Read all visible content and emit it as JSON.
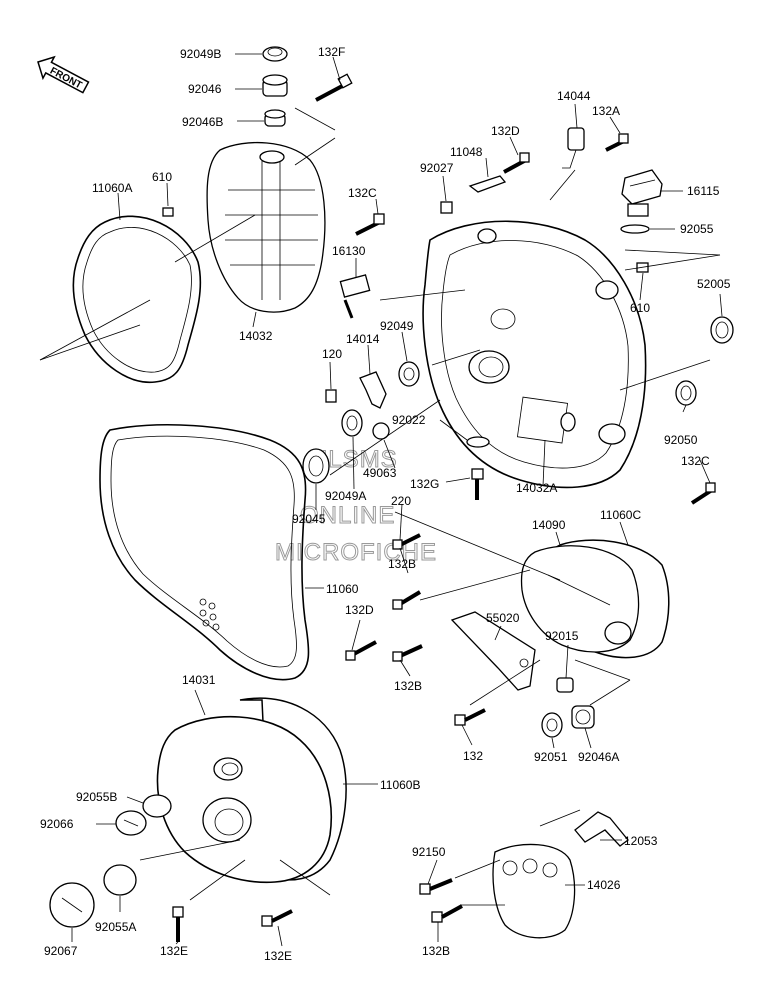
{
  "front_badge": "FRONT",
  "watermark": [
    "HLSMS",
    "ONLINE",
    "MICROFICHE"
  ],
  "parts": [
    {
      "id": "p-92049B",
      "text": "92049B"
    },
    {
      "id": "p-132F",
      "text": "132F"
    },
    {
      "id": "p-92046",
      "text": "92046"
    },
    {
      "id": "p-92046B",
      "text": "92046B"
    },
    {
      "id": "p-610a",
      "text": "610"
    },
    {
      "id": "p-11060A",
      "text": "11060A"
    },
    {
      "id": "p-132C-a",
      "text": "132C"
    },
    {
      "id": "p-14032",
      "text": "14032"
    },
    {
      "id": "p-14044",
      "text": "14044"
    },
    {
      "id": "p-132A",
      "text": "132A"
    },
    {
      "id": "p-132D-a",
      "text": "132D"
    },
    {
      "id": "p-11048",
      "text": "11048"
    },
    {
      "id": "p-92027",
      "text": "92027"
    },
    {
      "id": "p-16115",
      "text": "16115"
    },
    {
      "id": "p-92055",
      "text": "92055"
    },
    {
      "id": "p-16130",
      "text": "16130"
    },
    {
      "id": "p-610b",
      "text": "610"
    },
    {
      "id": "p-52005",
      "text": "52005"
    },
    {
      "id": "p-92049",
      "text": "92049"
    },
    {
      "id": "p-14014",
      "text": "14014"
    },
    {
      "id": "p-120",
      "text": "120"
    },
    {
      "id": "p-92022",
      "text": "92022"
    },
    {
      "id": "p-92050",
      "text": "92050"
    },
    {
      "id": "p-49063",
      "text": "49063"
    },
    {
      "id": "p-132G",
      "text": "132G"
    },
    {
      "id": "p-14032A",
      "text": "14032A"
    },
    {
      "id": "p-132C-b",
      "text": "132C"
    },
    {
      "id": "p-92049A",
      "text": "92049A"
    },
    {
      "id": "p-220",
      "text": "220"
    },
    {
      "id": "p-92045",
      "text": "92045"
    },
    {
      "id": "p-14090",
      "text": "14090"
    },
    {
      "id": "p-11060C",
      "text": "11060C"
    },
    {
      "id": "p-132B-a",
      "text": "132B"
    },
    {
      "id": "p-11060",
      "text": "11060"
    },
    {
      "id": "p-132D-b",
      "text": "132D"
    },
    {
      "id": "p-55020",
      "text": "55020"
    },
    {
      "id": "p-92015",
      "text": "92015"
    },
    {
      "id": "p-132B-b",
      "text": "132B"
    },
    {
      "id": "p-14031",
      "text": "14031"
    },
    {
      "id": "p-132",
      "text": "132"
    },
    {
      "id": "p-92051",
      "text": "92051"
    },
    {
      "id": "p-92046A",
      "text": "92046A"
    },
    {
      "id": "p-11060B",
      "text": "11060B"
    },
    {
      "id": "p-92055B",
      "text": "92055B"
    },
    {
      "id": "p-92066",
      "text": "92066"
    },
    {
      "id": "p-12053",
      "text": "12053"
    },
    {
      "id": "p-92150",
      "text": "92150"
    },
    {
      "id": "p-14026",
      "text": "14026"
    },
    {
      "id": "p-92055A",
      "text": "92055A"
    },
    {
      "id": "p-132E-a",
      "text": "132E"
    },
    {
      "id": "p-132E-b",
      "text": "132E"
    },
    {
      "id": "p-92067",
      "text": "92067"
    },
    {
      "id": "p-132B-c",
      "text": "132B"
    }
  ]
}
